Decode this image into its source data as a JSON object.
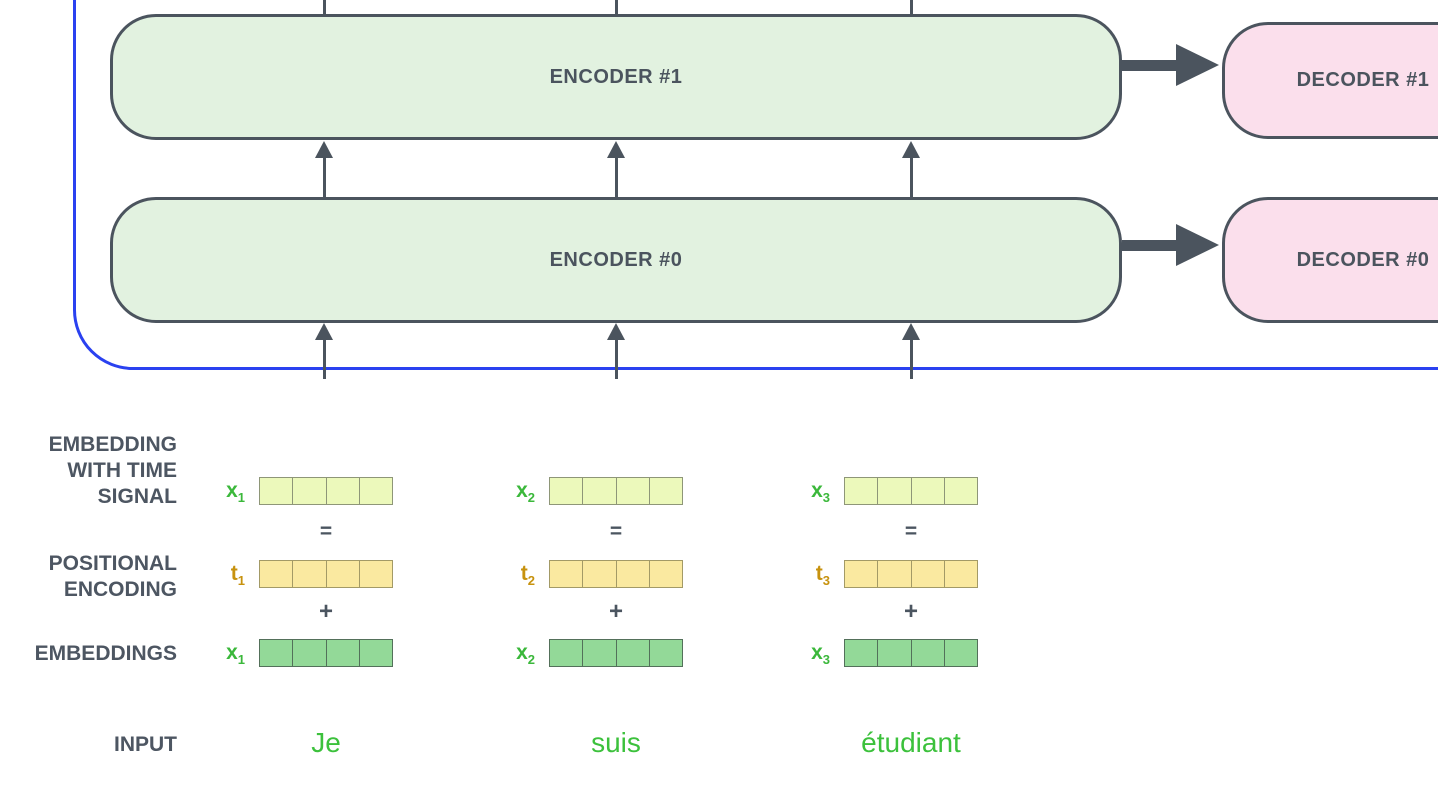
{
  "colors": {
    "frame_blue": "#2a41f0",
    "box_border_and_arrows": "#4b545e",
    "encoder_fill": "#e2f2e0",
    "decoder_fill": "#fbdfec",
    "side_label_gray": "#4d5662",
    "x_label_green": "#3bb83b",
    "t_label_gold": "#c7920e",
    "input_word_green": "#3cc13c",
    "time_signal_cell_fill": "#ecf9bb",
    "positional_cell_fill": "#fae9a0",
    "embedding_cell_fill": "#93d998"
  },
  "encoders": [
    {
      "label": "ENCODER #1"
    },
    {
      "label": "ENCODER #0"
    }
  ],
  "decoders": [
    {
      "label": "DECODER #1"
    },
    {
      "label": "DECODER #0"
    }
  ],
  "side_labels": {
    "embedding_time": {
      "line1": "EMBEDDING",
      "line2": "WITH TIME",
      "line3": "SIGNAL"
    },
    "positional": {
      "line1": "POSITIONAL",
      "line2": "ENCODING"
    },
    "embeddings": "EMBEDDINGS",
    "input": "INPUT"
  },
  "operators": {
    "equals": "=",
    "plus": "+"
  },
  "columns": [
    {
      "time_vec": {
        "base": "x",
        "sub": "1"
      },
      "pos_vec": {
        "base": "t",
        "sub": "1"
      },
      "emb_vec": {
        "base": "x",
        "sub": "1"
      },
      "word": "Je"
    },
    {
      "time_vec": {
        "base": "x",
        "sub": "2"
      },
      "pos_vec": {
        "base": "t",
        "sub": "2"
      },
      "emb_vec": {
        "base": "x",
        "sub": "2"
      },
      "word": "suis"
    },
    {
      "time_vec": {
        "base": "x",
        "sub": "3"
      },
      "pos_vec": {
        "base": "t",
        "sub": "3"
      },
      "emb_vec": {
        "base": "x",
        "sub": "3"
      },
      "word": "étudiant"
    }
  ]
}
